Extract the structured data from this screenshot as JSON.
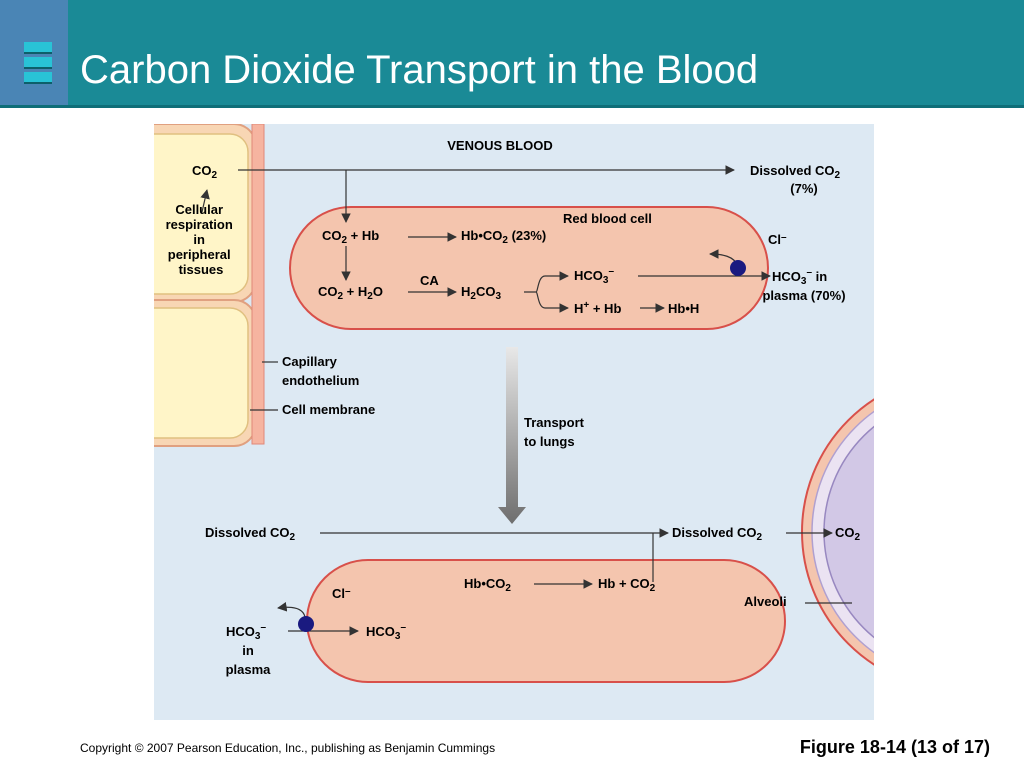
{
  "slide": {
    "title": "Carbon Dioxide Transport in the Blood",
    "copyright": "Copyright © 2007 Pearson Education, Inc., publishing as Benjamin Cummings",
    "figure_ref": "Figure 18-14 (13 of 17)"
  },
  "diagram": {
    "venous_blood": "VENOUS BLOOD",
    "tissue": {
      "co2_main": "CO",
      "co2_sub": "2",
      "line1": "Cellular",
      "line2": "respiration",
      "line3": "in",
      "line4": "peripheral",
      "line5": "tissues"
    },
    "dissolved_top": {
      "main": "Dissolved CO",
      "sub": "2",
      "pct": "(7%)"
    },
    "rbc_label": "Red blood cell",
    "rbc_top": {
      "co2hb_a": "CO",
      "co2hb_sub": "2",
      "co2hb_b": " + Hb",
      "hbco2_a": "Hb•CO",
      "hbco2_sub": "2",
      "hbco2_b": " (23%)",
      "co2h2o_a": "CO",
      "co2h2o_sub1": "2",
      "co2h2o_b": " + H",
      "co2h2o_sub2": "2",
      "co2h2o_c": "O",
      "ca": "CA",
      "h2co3_a": "H",
      "h2co3_sub1": "2",
      "h2co3_b": "CO",
      "h2co3_sub2": "3",
      "hco3_a": "HCO",
      "hco3_sub": "3",
      "hco3_sup": "–",
      "hhb_a": "H",
      "hhb_sup": "+",
      "hhb_b": " + Hb",
      "hbh": "Hb•H",
      "cl_a": "Cl",
      "cl_sup": "–"
    },
    "hco3_plasma": {
      "a": "HCO",
      "sub": "3",
      "sup": "–",
      "b": " in",
      "line2": "plasma (70%)"
    },
    "capillary": {
      "line1": "Capillary",
      "line2": "endothelium"
    },
    "cell_membrane": "Cell membrane",
    "transport": {
      "line1": "Transport",
      "line2": "to lungs"
    },
    "bottom": {
      "dissolved_left_a": "Dissolved CO",
      "dissolved_left_sub": "2",
      "dissolved_right_a": "Dissolved CO",
      "dissolved_right_sub": "2",
      "co2_alv_a": "CO",
      "co2_alv_sub": "2",
      "hbco2_a": "Hb•CO",
      "hbco2_sub": "2",
      "hbplus_a": "Hb + CO",
      "hbplus_sub": "2",
      "cl_a": "Cl",
      "cl_sup": "–",
      "alveoli": "Alveoli",
      "hco3_in_a": "HCO",
      "hco3_in_sub": "3",
      "hco3_in_sup": "–",
      "hco3_plasma_a": "HCO",
      "hco3_plasma_sub": "3",
      "hco3_plasma_sup": "–",
      "in": "in",
      "plasma": "plasma"
    }
  },
  "colors": {
    "header": "#1a8a96",
    "panel": "#dde9f3",
    "rbc_fill": "#f4c5ae",
    "rbc_stroke": "#d8504a",
    "tissue_fill": "#fff5c8",
    "transporter": "#1a1a80",
    "alveolus_fill": "#d2c8e6"
  }
}
